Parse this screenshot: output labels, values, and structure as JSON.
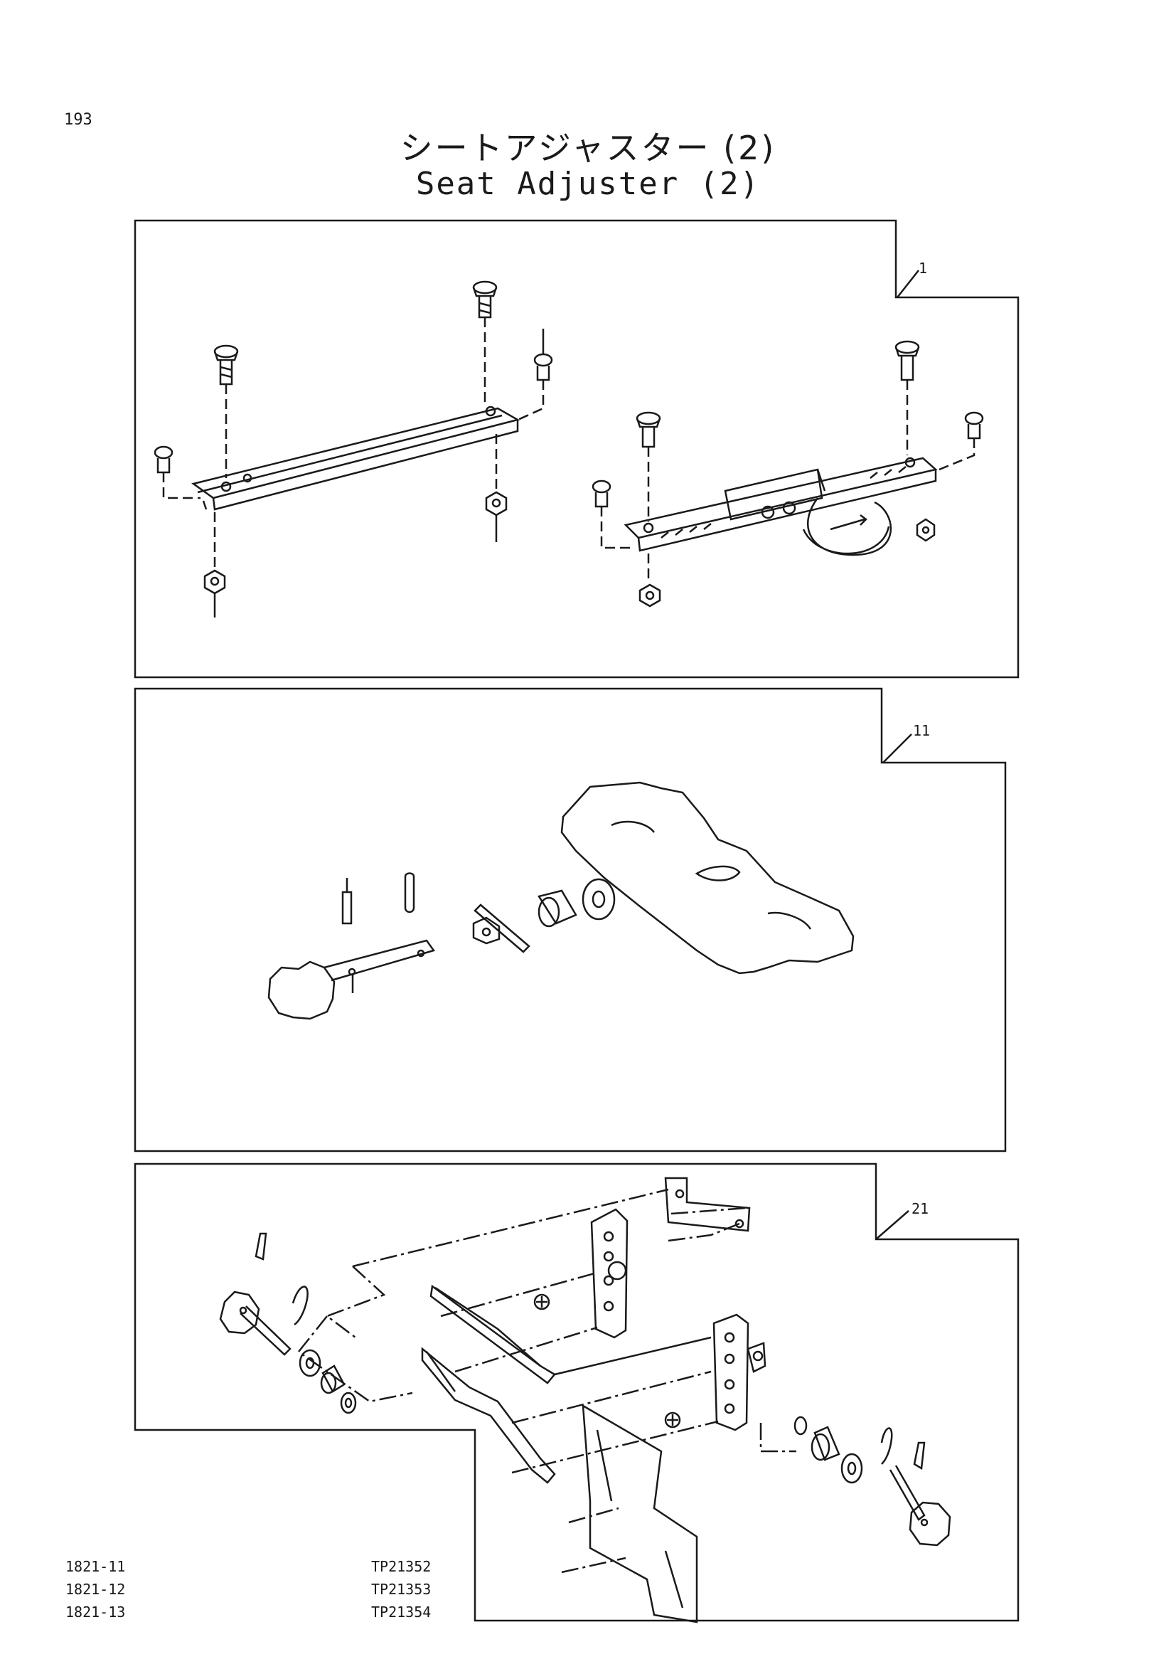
{
  "page": {
    "number": "193",
    "title_jp": "シートアジャスター (2)",
    "title_en": "Seat Adjuster (2)"
  },
  "panels": [
    {
      "ref_number": "1"
    },
    {
      "ref_number": "11"
    },
    {
      "ref_number": "21"
    }
  ],
  "footer": {
    "part_codes": [
      "1821-11",
      "1821-12",
      "1821-13"
    ],
    "drawing_codes": [
      "TP21352",
      "TP21353",
      "TP21354"
    ]
  }
}
